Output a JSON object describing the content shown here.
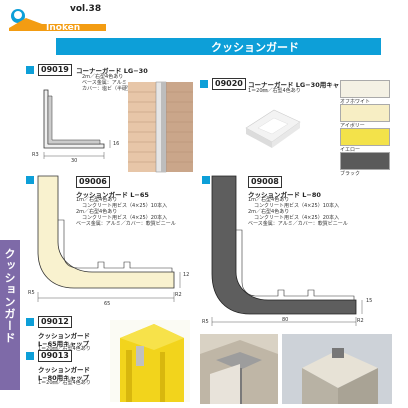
{
  "header": {
    "vol": "vol.38",
    "logo_text": "Inoken",
    "title": "クッションガード"
  },
  "side_tab": {
    "label": "クッションガード"
  },
  "products": {
    "p09019": {
      "code": "09019",
      "name": "コーナーガード LG−30",
      "specs": [
        "2m／右型4色あり",
        "ベース金属：アルミ",
        "カバー：塩ビ（半硬質）"
      ],
      "dims": {
        "r3": "R3",
        "w30": "30",
        "h16": "16"
      }
    },
    "p09020": {
      "code": "09020",
      "name": "コーナーガード LG−30用キャップ",
      "specs": [
        "1＝20㎜／右型4色あり"
      ]
    },
    "p09006": {
      "code": "09006",
      "name": "クッションガード L−65",
      "specs": [
        "1m／右型4色あり",
        "コンクリート用ビス（4×25）10本入",
        "2m／右型4色あり",
        "コンクリート用ビス（4×25）20本入",
        "ベース金属：アルミ／カバー：軟質ビニール"
      ],
      "dims": {
        "r5": "R5",
        "w65": "65",
        "h12": "12",
        "r2": "R2"
      }
    },
    "p09008": {
      "code": "09008",
      "name": "クッションガード L−80",
      "specs": [
        "1m／右型4色あり",
        "コンクリート用ビス（4×25）10本入",
        "2m／右型4色あり",
        "コンクリート用ビス（4×25）20本入",
        "ベース金属：アルミ／カバー：軟質ビニール"
      ],
      "dims": {
        "r5": "R5",
        "w80": "80",
        "h15": "15",
        "r2": "R2"
      }
    },
    "p09012": {
      "code": "09012",
      "name_lines": [
        "クッションガード",
        "L−65用キャップ"
      ],
      "specs": [
        "1＝20㎜／右型4色あり"
      ]
    },
    "p09013": {
      "code": "09013",
      "name_lines": [
        "クッションガード",
        "L−80用キャップ"
      ],
      "specs": [
        "1＝20㎜／右型4色あり"
      ]
    }
  },
  "colors": [
    {
      "label": "オフホワイト",
      "hex": "#f4f1e4"
    },
    {
      "label": "アイボリー",
      "hex": "#f7eec4"
    },
    {
      "label": "イエロー",
      "hex": "#f3e24a"
    },
    {
      "label": "ブラック",
      "hex": "#5a5a5a"
    }
  ],
  "accent": "#0d9fd8",
  "tab_color": "#7e6aa8"
}
